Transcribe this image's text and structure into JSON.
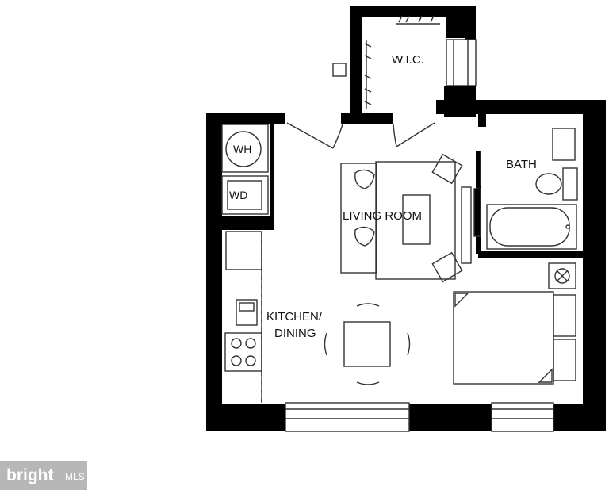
{
  "rooms": {
    "wic": "W.I.C.",
    "bath": "BATH",
    "living_room": "LIVING ROOM",
    "kitchen_line1": "KITCHEN/",
    "kitchen_line2": "DINING",
    "water_heater": "WH",
    "washer_dryer": "WD"
  },
  "watermark": {
    "brand": "bright",
    "suffix": "MLS"
  },
  "colors": {
    "wall": "#000000",
    "line": "#333333",
    "background": "#ffffff",
    "watermark": "#b7b7b7"
  }
}
